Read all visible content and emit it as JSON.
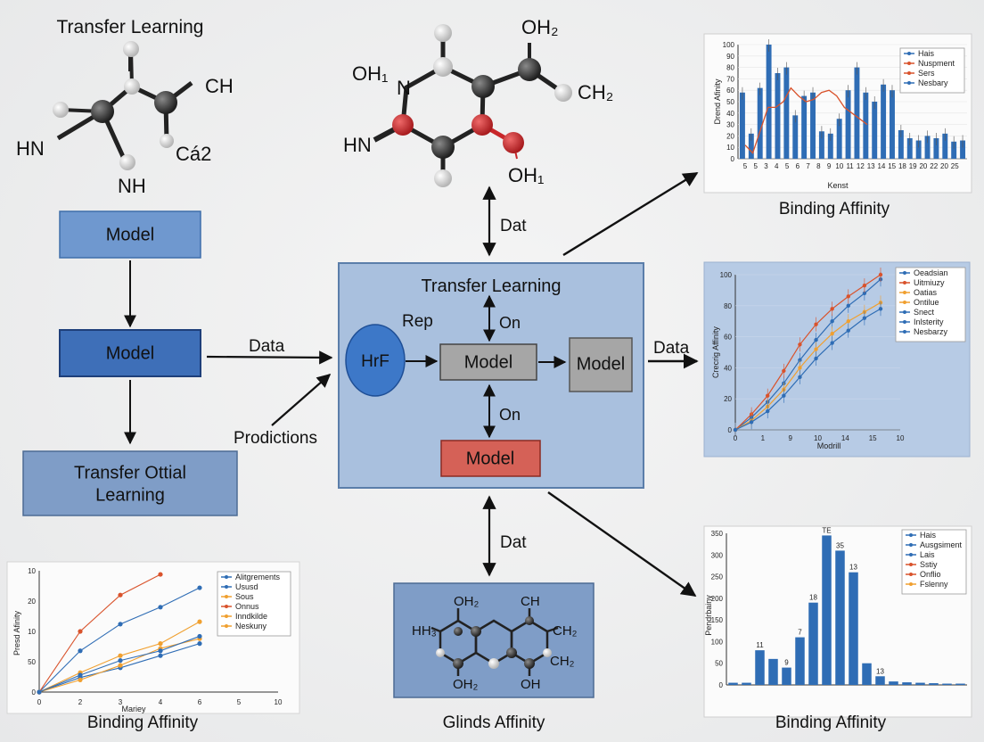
{
  "colors": {
    "light_blue_box": "#6f98cf",
    "dark_blue_box": "#3e6fb8",
    "steel_box": "#7f9dc7",
    "center_panel": "#a9c0de",
    "gray_box": "#a6a6a6",
    "red_box": "#d56157",
    "oval": "#3d78c8",
    "atom_dark": "#3c3c3c",
    "atom_red": "#c8262a",
    "atom_white": "#f0f0f0",
    "series_blue": "#2f6db5",
    "series_red": "#d9532c",
    "series_orange": "#f0a030"
  },
  "left_chain": {
    "molecule_title": "Transfer Learning",
    "mol_labels": {
      "hn": "HN",
      "nh": "NH",
      "ch": "CH",
      "c2": "Cá2"
    },
    "box1": "Model",
    "box2": "Model",
    "box3_line1": "Transfer Ottial",
    "box3_line2": "Learning"
  },
  "center": {
    "panel_title": "Transfer Learning",
    "rep_label": "Rep",
    "oval_label": "HrF",
    "model_main": "Model",
    "model_right": "Model",
    "model_bottom": "Model",
    "on_top": "On",
    "on_bottom": "On",
    "dat_top": "Dat",
    "dat_bottom": "Dat"
  },
  "top_molecule": {
    "oh2": "OH₂",
    "oh1_left": "OH₁",
    "n": "N",
    "hn": "HN",
    "ch2": "CH₂",
    "oh1_right": "OH₁"
  },
  "arrow_labels": {
    "data_left": "Data",
    "predictions": "Prodictions",
    "data_right": "Data"
  },
  "bottom_molecule": {
    "caption": "Glinds Affinity",
    "oh2_top": "OH₂",
    "ch_top": "CH",
    "h3": "HH₃",
    "ch2": "CH₂",
    "oh2_bottom": "OH₂",
    "ch2_right": "CH₂",
    "oh": "OH"
  },
  "chart_data": [
    {
      "type": "bar",
      "caption": "Binding Affinity",
      "ylabel": "Drend Afinity",
      "xlabel": "Kenst",
      "ylim": [
        0,
        100
      ],
      "yticks": [
        0,
        10,
        20,
        30,
        40,
        50,
        60,
        70,
        80,
        90,
        100
      ],
      "categories": [
        "5",
        "5",
        "3",
        "4",
        "5",
        "6",
        "7",
        "8",
        "9",
        "10",
        "11",
        "12",
        "13",
        "14",
        "15",
        "18",
        "19",
        "20",
        "22",
        "20",
        "25"
      ],
      "values": [
        58,
        22,
        62,
        100,
        75,
        80,
        38,
        55,
        58,
        24,
        22,
        35,
        60,
        80,
        58,
        50,
        65,
        60,
        25,
        18,
        16,
        20,
        18,
        22,
        15,
        16
      ],
      "line": [
        12,
        5,
        25,
        45,
        45,
        50,
        62,
        55,
        50,
        52,
        58,
        60,
        55,
        45,
        40,
        35,
        30
      ],
      "legend": [
        "Hais",
        "Nuspment",
        "Sers",
        "Nesbary"
      ]
    },
    {
      "type": "line",
      "ylabel": "Crecrig Affinity",
      "xlabel": "Modrill",
      "ylim": [
        0,
        100
      ],
      "yticks": [
        0,
        20,
        40,
        60,
        80,
        100
      ],
      "xticks": [
        "0",
        "1",
        "9",
        "10",
        "14",
        "15",
        "10"
      ],
      "series": [
        {
          "name": "Oeadsian",
          "values": [
            0,
            8,
            18,
            30,
            45,
            58,
            70,
            80,
            88,
            97
          ]
        },
        {
          "name": "Uitmiuzy",
          "values": [
            0,
            10,
            22,
            38,
            55,
            68,
            78,
            86,
            93,
            100
          ]
        },
        {
          "name": "Oatias",
          "values": [
            0,
            6,
            15,
            26,
            40,
            52,
            62,
            70,
            76,
            82
          ]
        },
        {
          "name": "Ontilue",
          "values": [
            0,
            5,
            12,
            22,
            34,
            46,
            56,
            64,
            72,
            78
          ]
        },
        {
          "name": "Snect"
        },
        {
          "name": "Inlsterity"
        },
        {
          "name": "Nesbarzy"
        }
      ]
    },
    {
      "type": "bar",
      "caption": "Binding Affinity",
      "ylabel": "Pendrbainy",
      "ylim": [
        0,
        350
      ],
      "yticks": [
        0,
        50,
        100,
        150,
        200,
        250,
        300,
        350
      ],
      "values": [
        5,
        5,
        80,
        60,
        40,
        110,
        190,
        345,
        310,
        260,
        50,
        20,
        8,
        6,
        5,
        4,
        3,
        3
      ],
      "value_labels": [
        "",
        "",
        "11",
        "",
        "9",
        "7",
        "18",
        "TE",
        "35",
        "13",
        "",
        "13",
        "",
        "",
        "",
        "",
        "",
        ""
      ],
      "legend": [
        "Hais",
        "Ausgsiment",
        "Lais",
        "Sstiy",
        "Onflio",
        "Fslenny"
      ]
    },
    {
      "type": "line",
      "caption": "Binding Affinity",
      "ylabel": "Presd Afinity",
      "xlabel": "Mariey",
      "ylim": [
        0,
        100
      ],
      "yticks_labels": [
        "0",
        "50",
        "10",
        "20",
        "10"
      ],
      "xticks": [
        "0",
        "2",
        "3",
        "4",
        "6",
        "5",
        "10"
      ],
      "series": [
        {
          "name": "Alitgrements",
          "x": [
            0,
            2,
            3,
            4,
            6
          ],
          "values": [
            0,
            34,
            56,
            70,
            86
          ]
        },
        {
          "name": "Ususd",
          "x": [
            0,
            2,
            3,
            4,
            6
          ],
          "values": [
            0,
            12,
            20,
            30,
            40
          ]
        },
        {
          "name": "Sous",
          "x": [
            0,
            2,
            3,
            4,
            6
          ],
          "values": [
            0,
            10,
            22,
            36,
            44
          ]
        },
        {
          "name": "Onnus",
          "x": [
            0,
            2,
            3,
            4
          ],
          "values": [
            0,
            50,
            80,
            97
          ]
        },
        {
          "name": "Inndkilde",
          "x": [
            0,
            2,
            3,
            4,
            6
          ],
          "values": [
            0,
            16,
            30,
            40,
            58
          ]
        },
        {
          "name": "Neskuny",
          "x": [
            0,
            2,
            3,
            4,
            6
          ],
          "values": [
            0,
            14,
            26,
            34,
            46
          ]
        }
      ]
    }
  ]
}
